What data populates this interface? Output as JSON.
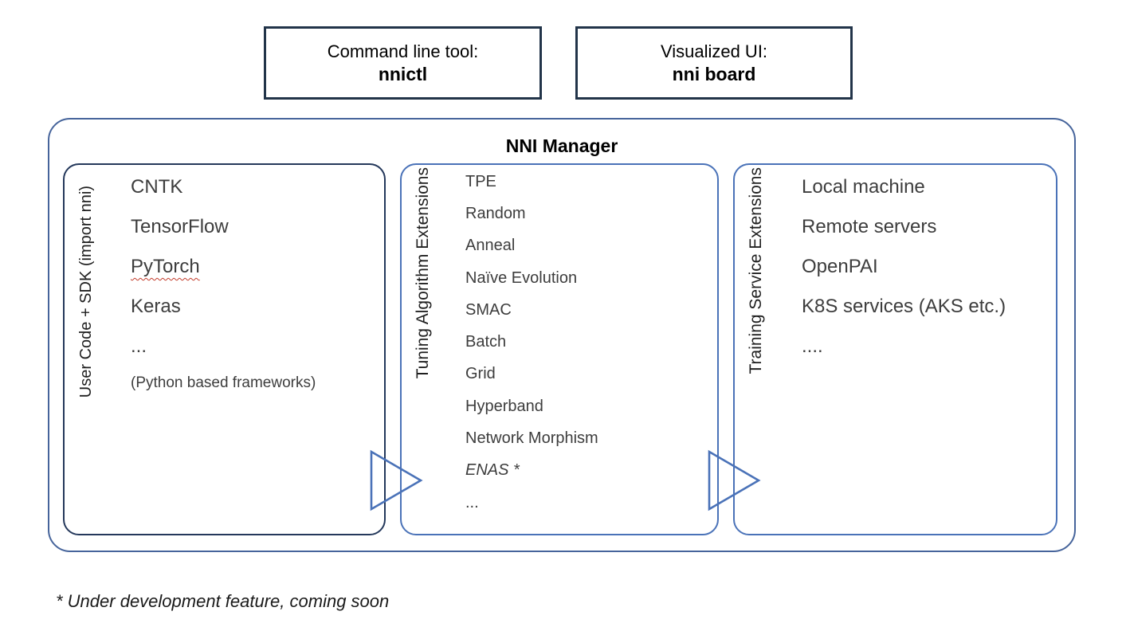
{
  "top_boxes": [
    {
      "label": "Command line tool:",
      "tool_name": "nnictl"
    },
    {
      "label": "Visualized UI:",
      "tool_name": "nni board"
    }
  ],
  "manager": {
    "title": "NNI Manager",
    "columns": [
      {
        "side_label": "User Code + SDK (import nni)",
        "items": [
          "CNTK",
          "TensorFlow",
          {
            "text": "PyTorch",
            "style": "squiggle"
          },
          "Keras",
          "..."
        ],
        "note": "(Python based frameworks)"
      },
      {
        "side_label": "Tuning Algorithm Extensions",
        "items": [
          "TPE",
          "Random",
          "Anneal",
          "Naïve Evolution",
          "SMAC",
          "Batch",
          "Grid",
          "Hyperband",
          "Network Morphism",
          {
            "text": "ENAS *",
            "style": "italic"
          },
          "..."
        ]
      },
      {
        "side_label": "Training Service Extensions",
        "items": [
          "Local machine",
          "Remote servers",
          "OpenPAI",
          "K8S services (AKS etc.)",
          "...."
        ]
      }
    ]
  },
  "footnote": "* Under development feature, coming soon",
  "colors": {
    "accent_blue": "#4A72B8",
    "dark_navy_border": "#24385B",
    "outer_border": "#46649B",
    "topbox_border": "#223449",
    "squiggle_red": "#C23B2A"
  }
}
